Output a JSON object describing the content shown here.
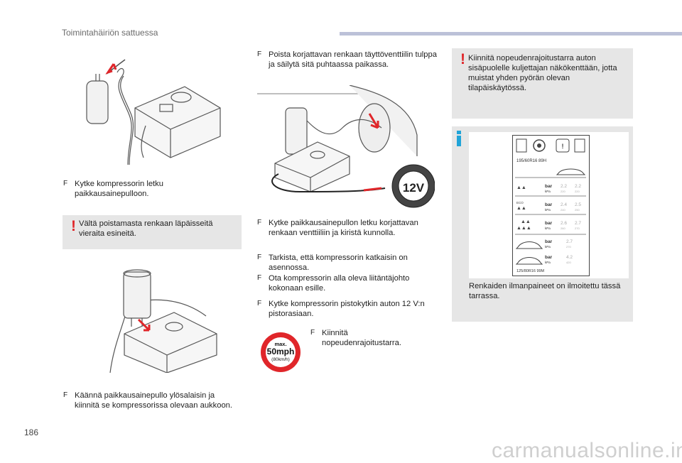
{
  "header": {
    "section": "Toimintahäiriön sattuessa"
  },
  "page_number": "186",
  "col1": {
    "step1": "Kytke kompressorin letku paikkausainepulloon.",
    "warning": "Vältä poistamasta renkaan läpäisseitä vieraita esineitä.",
    "step2": "Käännä paikkausainepullo ylösalaisin ja kiinnitä se kompressorissa olevaan aukkoon."
  },
  "col2": {
    "step1": "Poista korjattavan renkaan täyttöventtiilin tulppa ja säilytä sitä puhtaassa paikassa.",
    "socket_label": "12V",
    "step2": "Kytke paikkausainepullon letku korjattavan renkaan venttiiliin ja kiristä kunnolla.",
    "step3": "Tarkista, että kompressorin katkaisin on asennossa.",
    "step4": "Ota kompressorin alla oleva liitäntäjohto kokonaan esille.",
    "step5": "Kytke kompressorin pistokytkin auton 12 V:n pistorasiaan.",
    "speed_sign": {
      "top": "max.",
      "main": "50mph",
      "sub": "(80km/h)"
    },
    "step6": "Kiinnitä nopeudenrajoitustarra."
  },
  "col3": {
    "warning": "Kiinnitä nopeudenrajoitustarra auton sisäpuolelle kuljettajan näkökenttään, jotta muistat yhden pyörän olevan tilapäiskäytössä.",
    "label": {
      "tyre1": "195/60R16 89H",
      "tyre2": "125/80R16 99M",
      "eco": "ECO",
      "unit_bar": "bar",
      "unit_kpa": "kPa",
      "rows": [
        {
          "a": "2.2",
          "b": "2.2",
          "ka": "220",
          "kb": "220"
        },
        {
          "a": "2.4",
          "b": "2.5",
          "ka": "240",
          "kb": "250"
        },
        {
          "a": "2.6",
          "b": "2.7",
          "ka": "260",
          "kb": "270"
        },
        {
          "a": "2.7",
          "ka": "270"
        },
        {
          "a": "4.2",
          "ka": "420"
        }
      ]
    },
    "info": "Renkaiden ilmanpaineet on ilmoitettu tässä tarrassa."
  },
  "bullet_marker": "F",
  "watermark": "carmanualsonline.info",
  "colors": {
    "warning": "#e0262a",
    "info": "#21a4d8",
    "box": "#e6e6e6",
    "header_bar": "#bcc1d8"
  }
}
